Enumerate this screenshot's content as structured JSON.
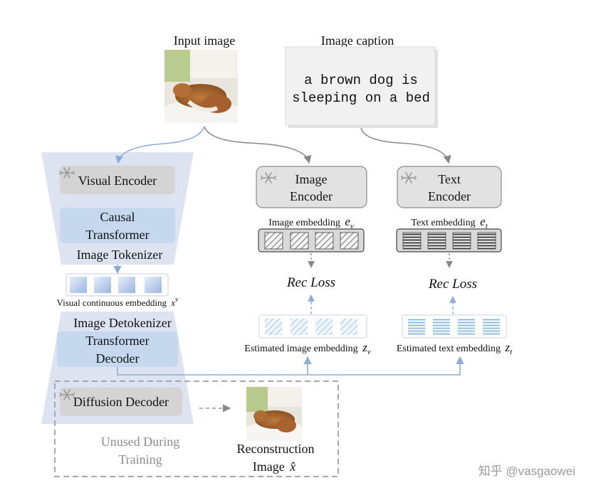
{
  "labels": {
    "input_image": "Input image",
    "image_caption": "Image caption",
    "caption_line1": "a brown dog is",
    "caption_line2": "sleeping on a bed",
    "visual_encoder": "Visual Encoder",
    "causal": "Causal",
    "transformer": "Transformer",
    "image_tokenizer": "Image Tokenizer",
    "visual_embedding": "Visual continuous embedding",
    "visual_embedding_sym": "x",
    "visual_embedding_sup": "v",
    "image_detokenizer": "Image Detokenizer",
    "transformer2": "Transformer",
    "decoder": "Decoder",
    "diffusion_decoder": "Diffusion Decoder",
    "unused1": "Unused During",
    "unused2": "Training",
    "reconstruction1": "Reconstruction",
    "reconstruction2": "Image",
    "reconstruction_sym": "x̂",
    "image_encoder1": "Image",
    "image_encoder2": "Encoder",
    "text_encoder1": "Text",
    "text_encoder2": "Encoder",
    "image_embedding": "Image embedding",
    "image_embedding_sym": "e",
    "image_embedding_sub": "v",
    "text_embedding": "Text embedding",
    "text_embedding_sym": "e",
    "text_embedding_sub": "t",
    "rec_loss_left": "Rec Loss",
    "rec_loss_right": "Rec Loss",
    "est_image_embedding": "Estimated image embedding",
    "est_image_sym": "z",
    "est_image_sub": "v",
    "est_text_embedding": "Estimated text embedding",
    "est_text_sym": "z",
    "est_text_sub": "t",
    "watermark": "知乎 @vasgaowei"
  },
  "icons": {
    "frozen": "snowflake-icon"
  },
  "colors": {
    "trapezoid": "#dde3f1",
    "blue_box": "#c5d8ee",
    "gray_box": "#d7d7d7",
    "arrow_blue": "#8aaed6",
    "arrow_gray": "#888888"
  }
}
